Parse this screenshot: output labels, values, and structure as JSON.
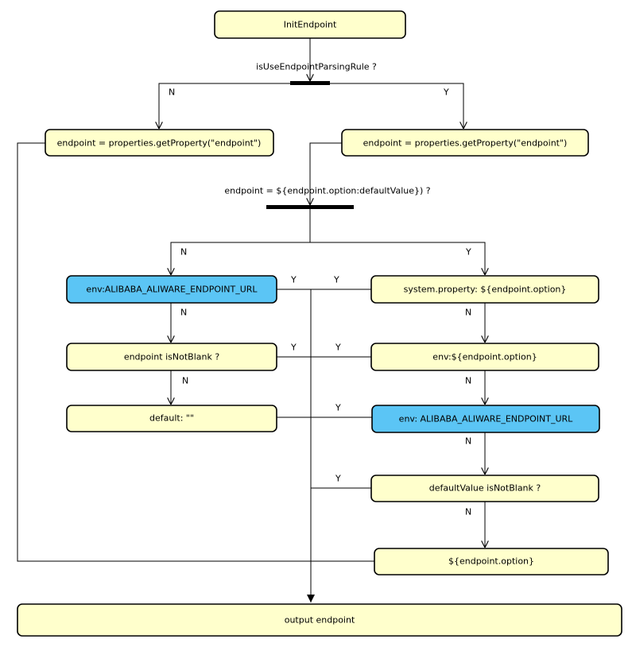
{
  "colors": {
    "node_fill": "#ffffcc",
    "highlight_fill": "#5bc5f5",
    "stroke": "#000000"
  },
  "nodes": {
    "init": "InitEndpoint",
    "prop_left": "endpoint = properties.getProperty(\"endpoint\")",
    "prop_right": "endpoint = properties.getProperty(\"endpoint\")",
    "env_aliware": "env:ALIBABA_ALIWARE_ENDPOINT_URL",
    "is_not_blank": "endpoint isNotBlank ?",
    "default_empty": "default: \"\"",
    "system_property": "system.property: ${endpoint.option}",
    "env_option": "env:${endpoint.option}",
    "env_aliware_2": "env: ALIBABA_ALIWARE_ENDPOINT_URL",
    "default_value_not_blank": "defaultValue isNotBlank ?",
    "endpoint_option": "${endpoint.option}",
    "output": "output endpoint"
  },
  "decisions": {
    "use_rule": "isUseEndpointParsingRule ?",
    "default_value": "endpoint = ${endpoint.option:defaultValue}) ?"
  },
  "edge_labels": {
    "n": "N",
    "y": "Y"
  }
}
